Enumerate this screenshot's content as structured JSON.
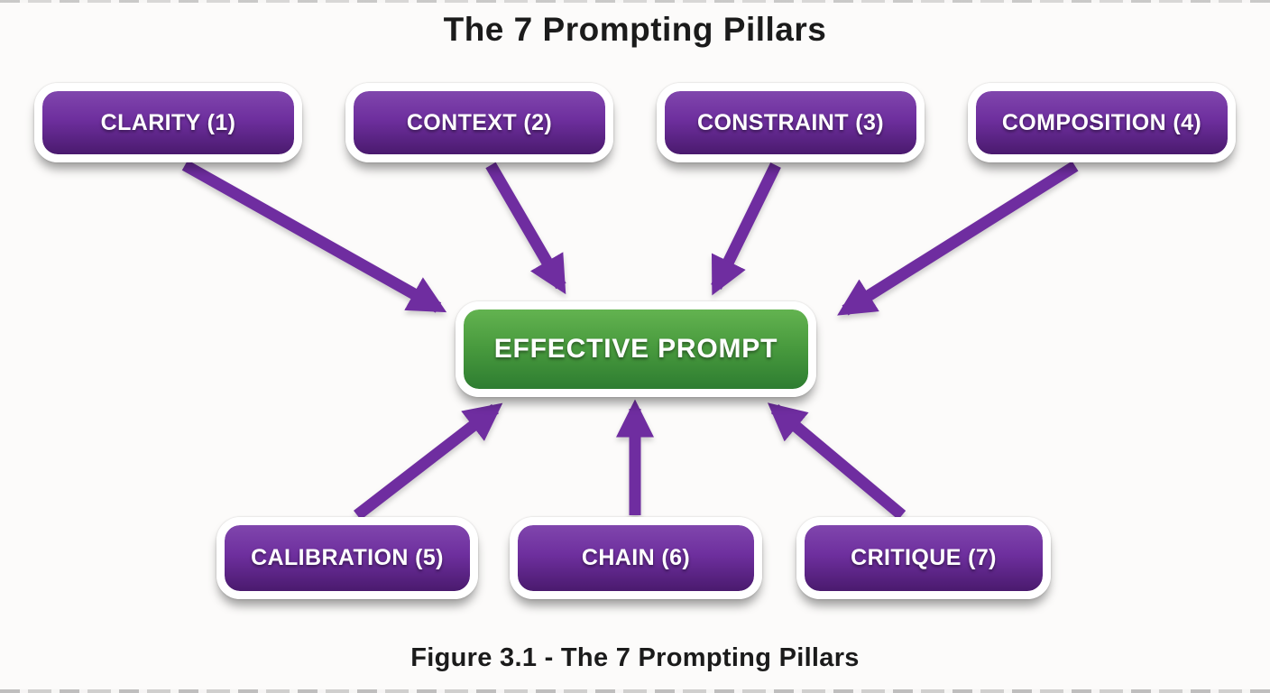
{
  "title": "The 7 Prompting Pillars",
  "caption": "Figure 3.1 - The 7 Prompting Pillars",
  "colors": {
    "purple_top": "#8046ad",
    "purple_mid": "#6e2f9e",
    "purple_bottom": "#4a1a6e",
    "green_top": "#63b350",
    "green_mid": "#47993d",
    "green_bottom": "#2e7d31",
    "arrow": "#6f2da0",
    "label_text": "#ffffff",
    "heading_text": "#1b1b1b"
  },
  "diagram": {
    "center": {
      "label": "EFFECTIVE PROMPT"
    },
    "pillars": [
      {
        "label": "CLARITY (1)"
      },
      {
        "label": "CONTEXT (2)"
      },
      {
        "label": "CONSTRAINT (3)"
      },
      {
        "label": "COMPOSITION (4)"
      },
      {
        "label": "CALIBRATION (5)"
      },
      {
        "label": "CHAIN (6)"
      },
      {
        "label": "CRITIQUE (7)"
      }
    ]
  }
}
